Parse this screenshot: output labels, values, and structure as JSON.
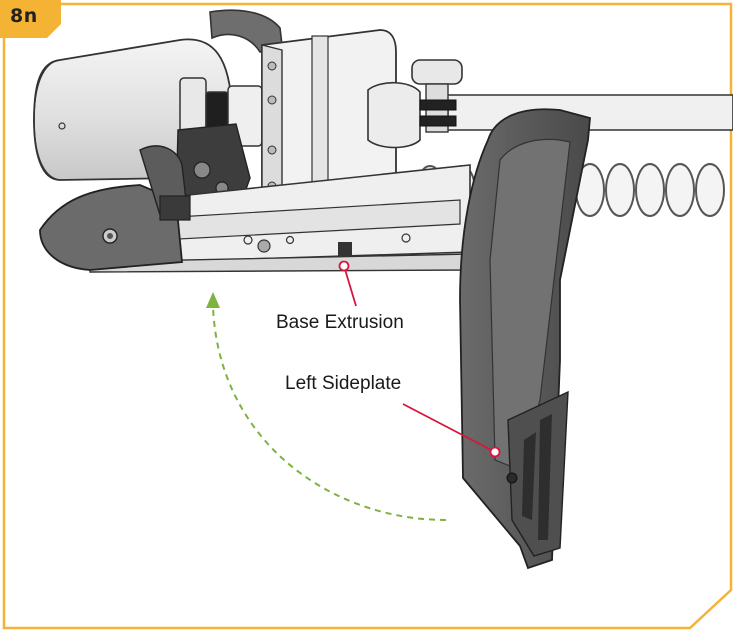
{
  "step": {
    "label": "8n"
  },
  "callouts": {
    "base_extrusion": "Base Extrusion",
    "left_sideplate": "Left Sideplate"
  },
  "colors": {
    "frame": "#f5b335",
    "callout_line": "#d6163c",
    "motion_arrow": "#7cb342",
    "part_dark": "#5a5a5a",
    "part_light": "#e6e6e6"
  },
  "icons": [
    "motion-arrow-icon",
    "callout-marker-icon"
  ]
}
